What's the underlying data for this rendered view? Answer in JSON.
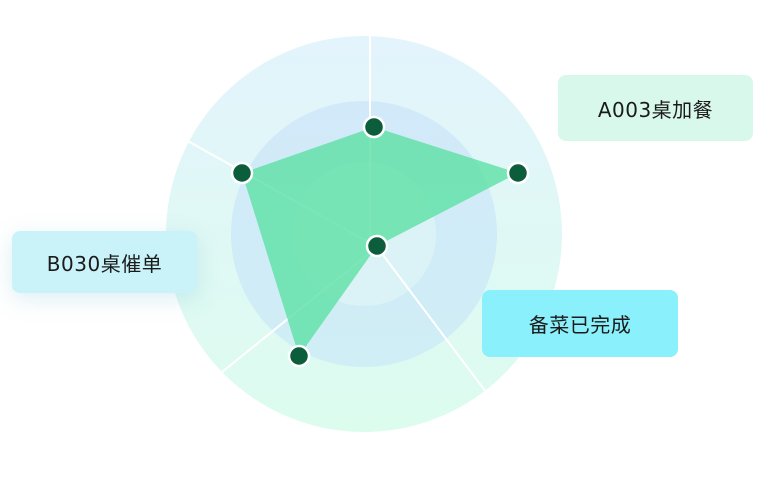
{
  "tags": {
    "a003": "A003桌加餐",
    "b030": "B030桌催单",
    "ready": "备菜已完成"
  },
  "colors": {
    "outer_ring_top": "#e4f4fb",
    "outer_ring_bottom": "#dcfbee",
    "middle_ring": "#d3ecf8",
    "inner_ring": "#d9f3f5",
    "radar_fill": "#5fe0a6",
    "point_fill": "#0b5d3b",
    "point_stroke": "#ffffff"
  }
}
